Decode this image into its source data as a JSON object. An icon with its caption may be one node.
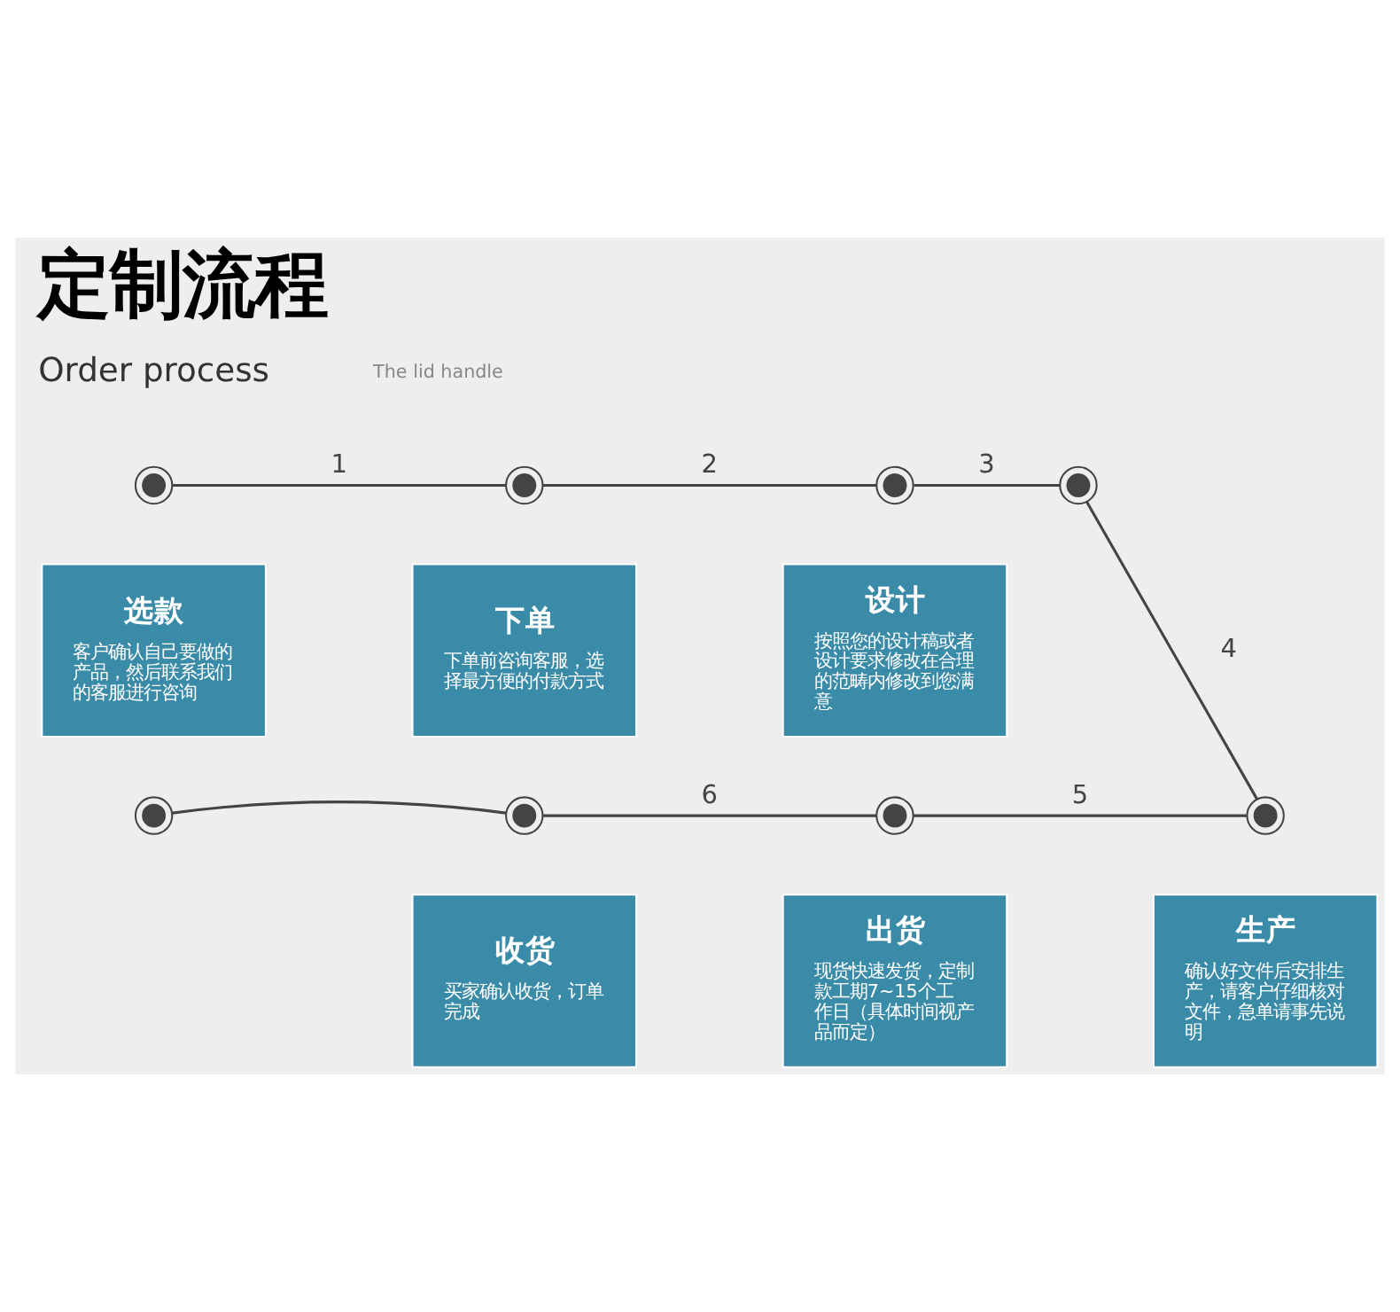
{
  "diagram": {
    "title": "定制流程",
    "nodes": [
      {
        "text": [],
        "shape": "circle"
      },
      {
        "text": [],
        "shape": "circle"
      },
      {
        "text": [],
        "shape": "circle"
      },
      {
        "text": [],
        "shape": "circle"
      },
      {
        "text": [
          "选款",
          "客户确认自己要做的产品，然后联系我们的客服进行咨询"
        ]
      },
      {
        "text": [
          "下单",
          "下单前咨询客服，选择最方便的付款方式"
        ]
      },
      {
        "text": [
          "设计",
          "按照您的设计稿或者设计要求修改在合理的范畴内修改到您满意"
        ]
      },
      {
        "text": [],
        "shape": "circle"
      },
      {
        "text": [],
        "shape": "circle"
      },
      {
        "text": [],
        "shape": "circle"
      },
      {
        "text": [],
        "shape": "circle"
      },
      {
        "text": [
          "收货",
          "买家确认收货，订单完成"
        ]
      },
      {
        "text": [
          "出货",
          "现货快速发货，定制款工期7~15个工作日（具体时间视产品而定）"
        ]
      },
      {
        "text": [
          "生产",
          "确认好文件后安排生产，请客户仔细核对文件，急单请事先说明"
        ]
      }
    ],
    "edges": [
      {
        "from": 0,
        "to": 1,
        "arrow": "none",
        "label": "1"
      },
      {
        "from": 1,
        "to": 2,
        "arrow": "none",
        "label": "2"
      },
      {
        "from": 2,
        "to": 3,
        "arrow": "none",
        "label": "3"
      },
      {
        "from": 3,
        "to": 10,
        "arrow": "none",
        "label": "4"
      },
      {
        "from": 10,
        "to": 9,
        "arrow": "none",
        "label": "5"
      },
      {
        "from": 9,
        "to": 8,
        "arrow": "none",
        "label": "6"
      },
      {
        "from": 8,
        "to": 7,
        "arrow": "none"
      }
    ],
    "labels": [
      "Order process",
      "The lid handle"
    ]
  }
}
